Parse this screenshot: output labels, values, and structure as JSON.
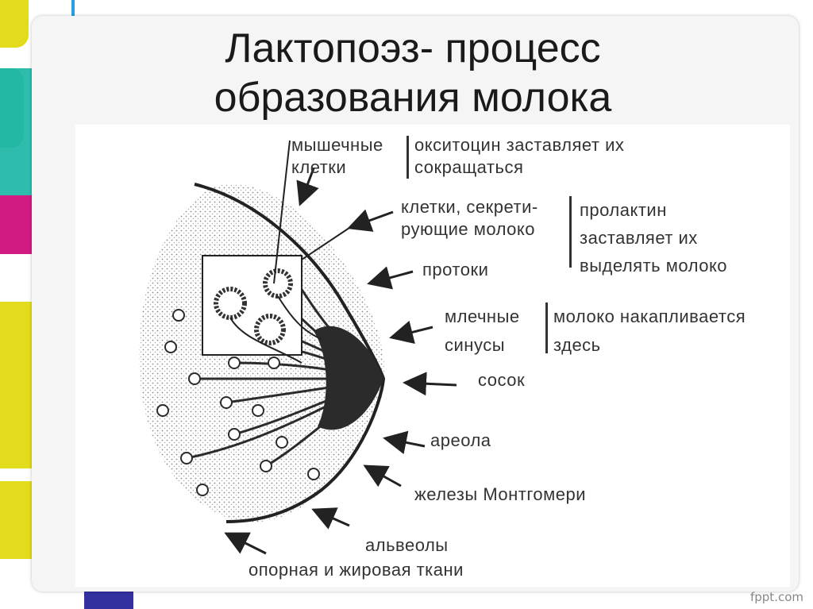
{
  "title": {
    "line1": "Лактопоэз- процесс",
    "line2": "образования молока"
  },
  "labels": {
    "muscle": [
      "мышечные",
      "клетки"
    ],
    "muscle_note": [
      "окситоцин заставляет их",
      "сокращаться"
    ],
    "secreting": [
      "клетки, секрети-",
      "рующие молоко"
    ],
    "secreting_note": [
      "пролактин",
      "заставляет их",
      "выделять молоко"
    ],
    "ducts": "протоки",
    "sinuses": [
      "млечные",
      "синусы"
    ],
    "sinuses_note": [
      "молоко накапливается",
      "здесь"
    ],
    "nipple": "сосок",
    "areola": "ареола",
    "montgomery": "железы Монтгомери",
    "alveoli": "альвеолы",
    "tissue": "опорная и жировая ткани"
  },
  "footer": "fppt.com",
  "colors": {
    "yellow": "#e2dc1c",
    "green": "#1db34a",
    "teal": "#23b8a8",
    "magenta": "#d11a82",
    "blue": "#2a9fe0",
    "navy": "#3330a0"
  }
}
